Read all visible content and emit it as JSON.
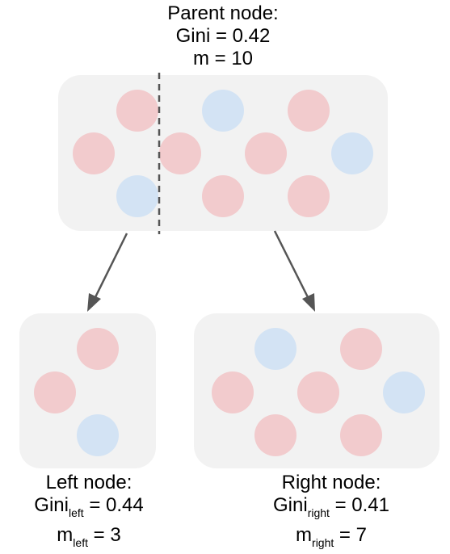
{
  "colors": {
    "box": "#f2f2f2",
    "red": "#f2cbcd",
    "blue": "#d3e3f4",
    "arrow": "#555555"
  },
  "parent": {
    "title": "Parent node:",
    "gini": "Gini = 0.42",
    "m": "m = 10"
  },
  "left": {
    "title": "Left node:",
    "gini_base": "Gini",
    "gini_sub": "left",
    "gini_val": " = 0.44",
    "m_base": "m",
    "m_sub": "left",
    "m_val": " = 3"
  },
  "right": {
    "title": "Right node:",
    "gini_base": "Gini",
    "gini_sub": "right",
    "gini_val": " = 0.41",
    "m_base": "m",
    "m_sub": "right",
    "m_val": " = 7"
  }
}
